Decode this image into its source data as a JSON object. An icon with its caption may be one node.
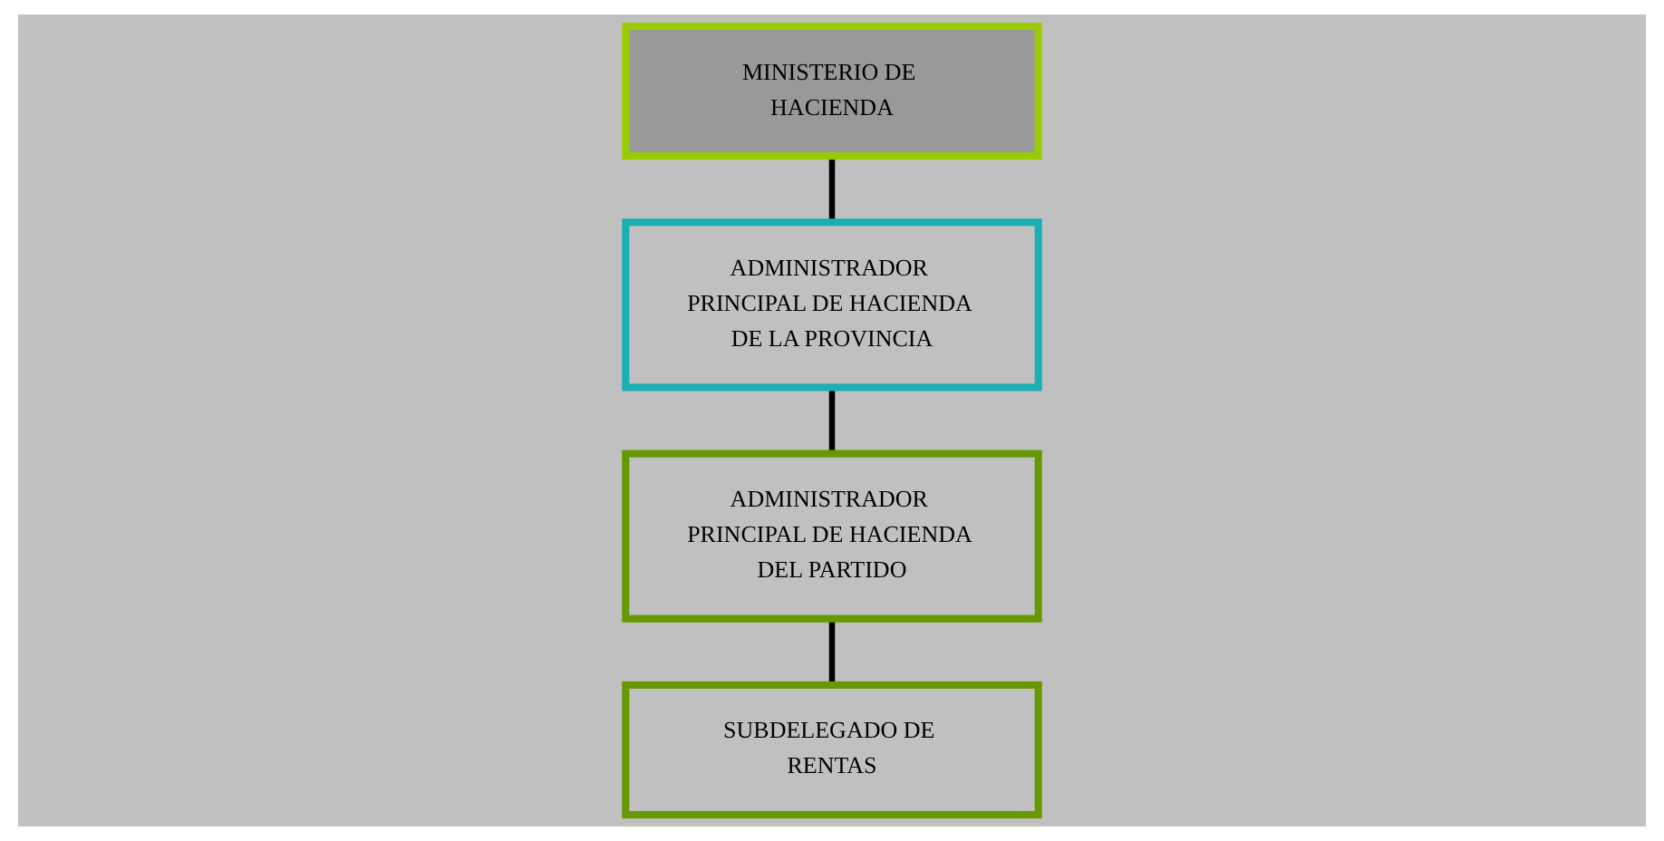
{
  "diagram": {
    "nodes": [
      {
        "text": [
          "MINISTERIO DE HACIENDA"
        ]
      },
      {
        "text": [
          "ADMINISTRADOR PRINCIPAL DE HACIENDA DE LA PROVINCIA"
        ]
      },
      {
        "text": [
          "ADMINISTRADOR PRINCIPAL DE HACIENDA DEL PARTIDO"
        ]
      },
      {
        "text": [
          "SUBDELEGADO DE RENTAS"
        ]
      }
    ],
    "edges": [
      {
        "from": 0,
        "to": 1,
        "arrow": "none"
      },
      {
        "from": 1,
        "to": 2,
        "arrow": "none"
      },
      {
        "from": 2,
        "to": 3,
        "arrow": "none"
      }
    ]
  }
}
